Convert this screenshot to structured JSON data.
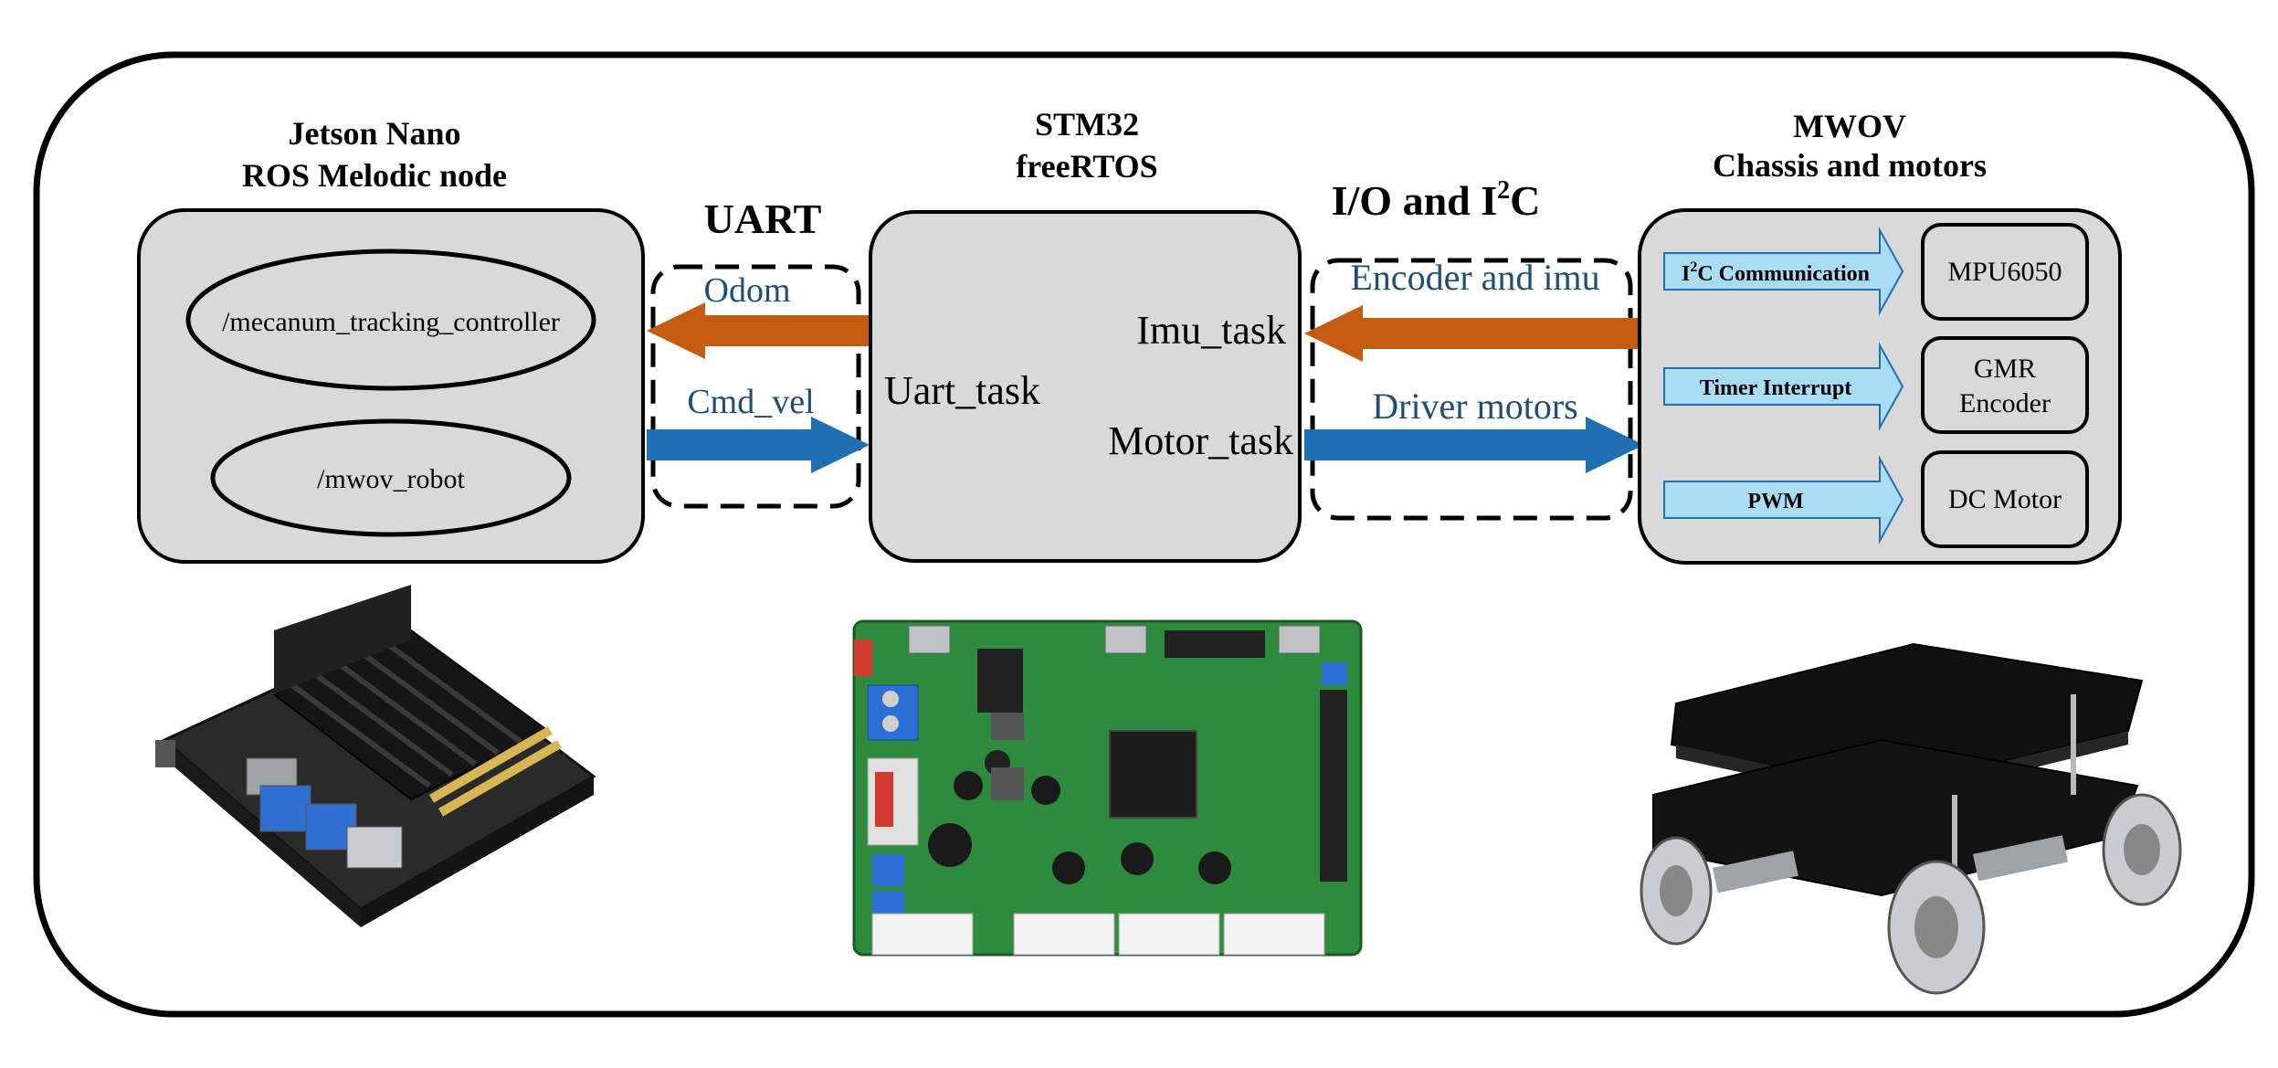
{
  "jetson": {
    "title_line1": "Jetson Nano",
    "title_line2": "ROS Melodic node",
    "node1": "/mecanum_tracking_controller",
    "node2": "/mwov_robot"
  },
  "uart": {
    "label": "UART",
    "odom": "Odom",
    "cmd_vel": "Cmd_vel"
  },
  "stm32": {
    "title_line1": "STM32",
    "title_line2": "freeRTOS",
    "uart_task": "Uart_task",
    "imu_task": "Imu_task",
    "motor_task": "Motor_task"
  },
  "io": {
    "label_main": "I/O and I",
    "label_sup": "2",
    "label_end": "C",
    "encoder_imu": "Encoder and imu",
    "driver_motors": "Driver motors"
  },
  "mwov": {
    "title_line1": "MWOV",
    "title_line2": "Chassis and motors",
    "i2c_main": "I",
    "i2c_sup": "2",
    "i2c_end": "C Communication",
    "timer": "Timer Interrupt",
    "pwm": "PWM",
    "mpu": "MPU6050",
    "gmr_line1": "GMR",
    "gmr_line2": "Encoder",
    "dc_motor": "DC Motor"
  },
  "colors": {
    "box_fill": "#d9d9d9",
    "orange_arrow": "#c55a11",
    "blue_arrow": "#1f6fb5",
    "text_blue": "#1f4e79",
    "light_blue_arrow": "#a9dcf5",
    "pcb_green": "#2e8b3d"
  }
}
